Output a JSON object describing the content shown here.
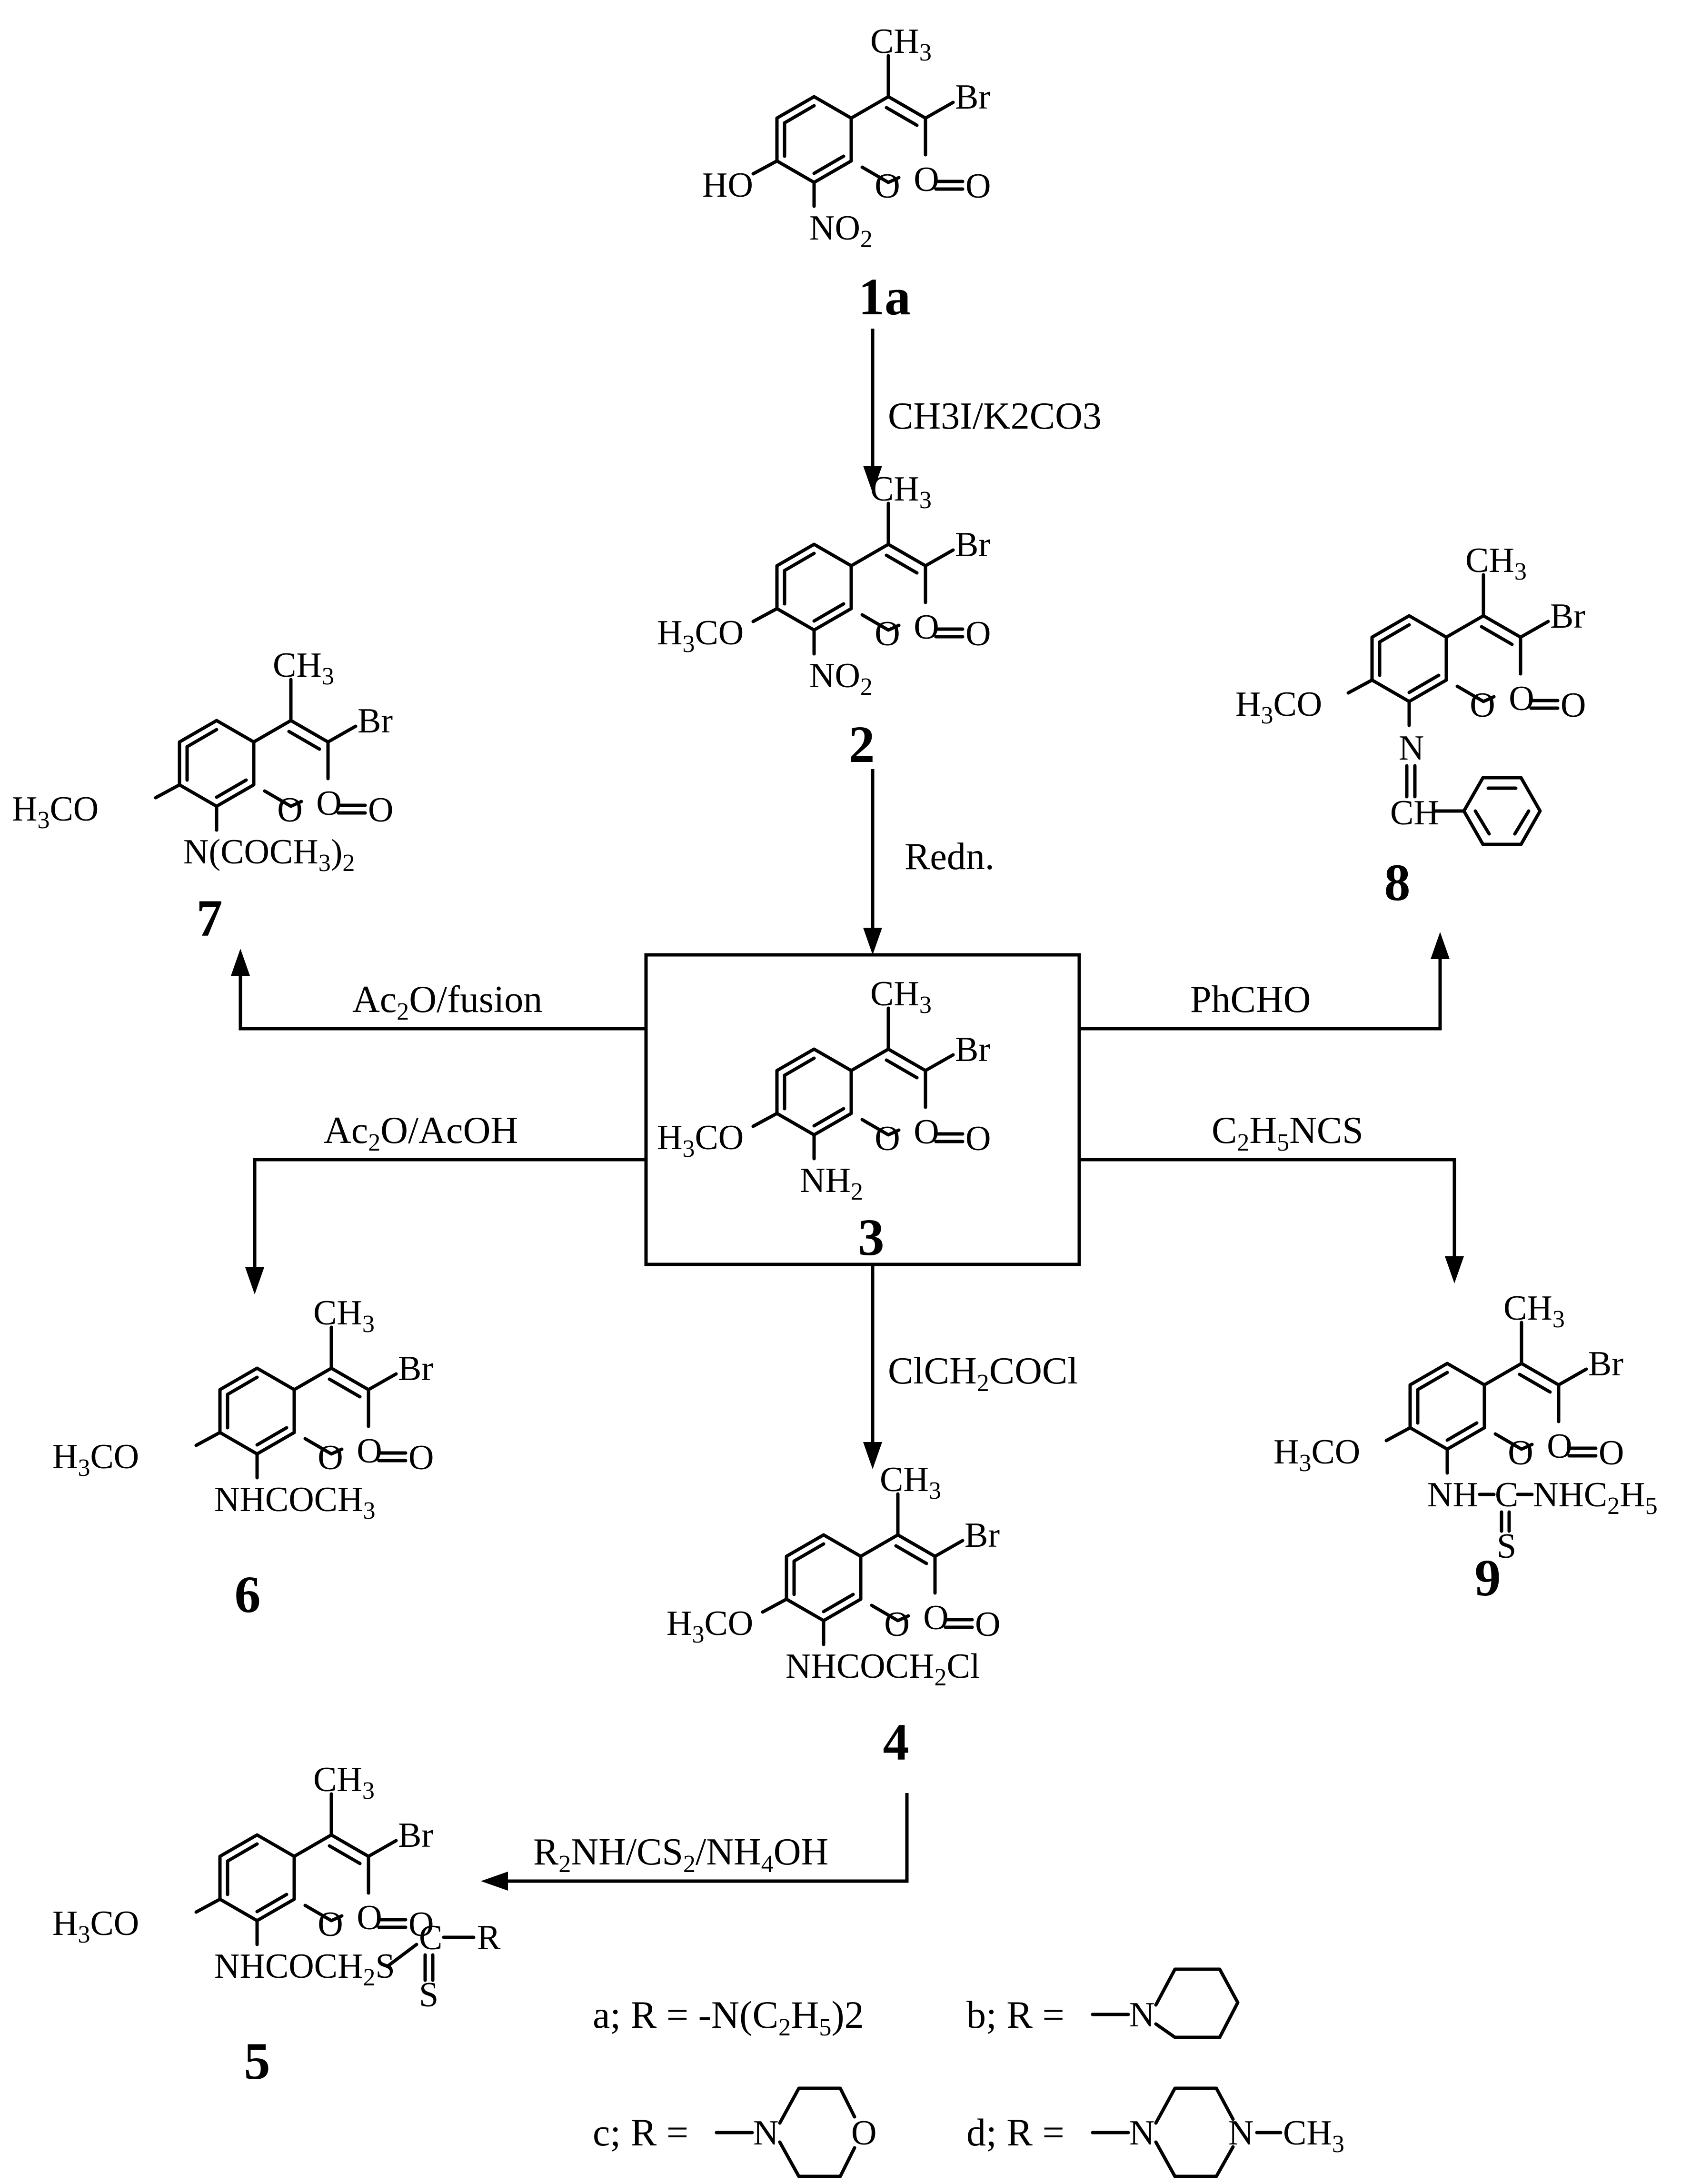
{
  "compounds": {
    "c1a": {
      "number": "1a",
      "r7": "HO",
      "r8": "NO2"
    },
    "c2": {
      "number": "2",
      "r7": "H3CO",
      "r8": "NO2"
    },
    "c3": {
      "number": "3",
      "r7": "H3CO",
      "r8": "NH2"
    },
    "c4": {
      "number": "4",
      "r7": "H3CO",
      "r8": "NHCOCH2Cl"
    },
    "c5": {
      "number": "5",
      "r7": "H3CO",
      "r8": "NHCOCH2S",
      "thio_c": "C",
      "thio_r": "R",
      "thio_s": "S"
    },
    "c6": {
      "number": "6",
      "r7": "H3CO",
      "r8": "NHCOCH3"
    },
    "c7": {
      "number": "7",
      "r7": "H3CO",
      "r8": "N(COCH3)2"
    },
    "c8": {
      "number": "8",
      "r7": "H3CO",
      "imine_n": "N",
      "imine_ch": "CH"
    },
    "c9": {
      "number": "9",
      "r7": "H3CO",
      "thiourea_nh": "NH",
      "thiourea_c": "C",
      "thiourea_nhet": "NHC2H5",
      "thiourea_s": "S"
    }
  },
  "ring_labels": {
    "methyl": "CH3",
    "bromo": "Br",
    "ring_o": "O",
    "carbonyl_o": "O"
  },
  "reagents": {
    "r_1a_2": "CH3I/K2CO3",
    "r_2_3": "Redn.",
    "r_3_7": "Ac2O/fusion",
    "r_3_6": "Ac2O/AcOH",
    "r_3_8": "PhCHO",
    "r_3_9": "C2H5NCS",
    "r_3_4": "ClCH2COCl",
    "r_4_5": "R2NH/CS2/NH4OH"
  },
  "legend": {
    "a": "a; R = -N(C2H5)2",
    "b_prefix": "b; R =",
    "c_prefix": "c; R =",
    "d_prefix": "d; R =",
    "ring_n": "N",
    "ring_o": "O",
    "methyl_suffix": "CH3"
  }
}
